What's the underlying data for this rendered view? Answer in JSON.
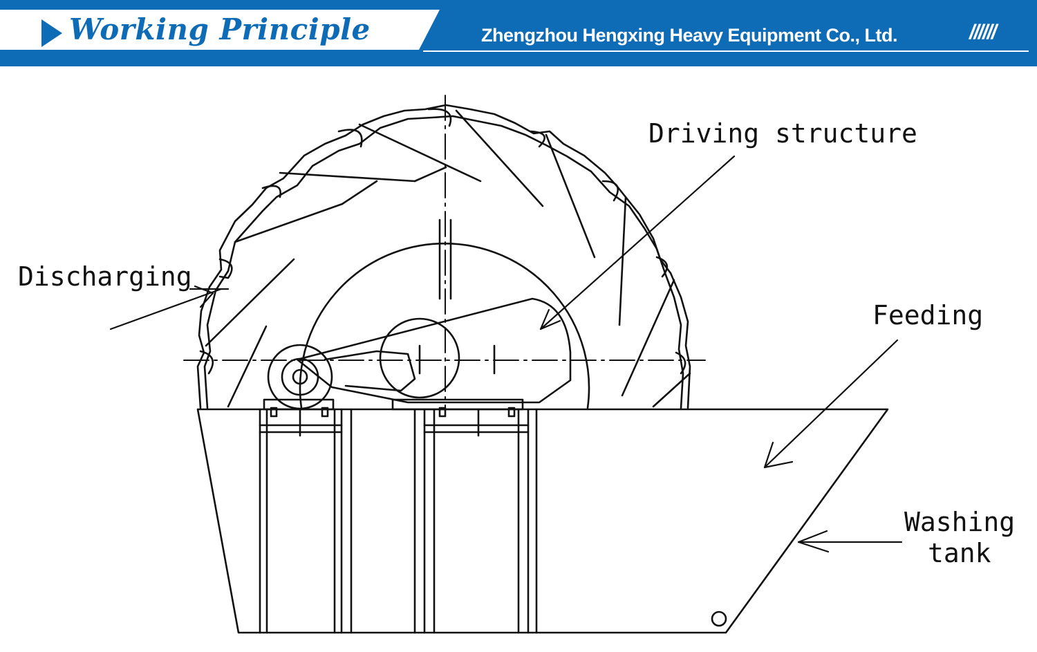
{
  "header": {
    "title": "Working Principle",
    "company": "Zhengzhou Hengxing Heavy Equipment Co., Ltd.",
    "decoration": "//////",
    "colors": {
      "banner": "#0e6bb5",
      "title_text": "#0e6bb5",
      "company_text": "#ffffff"
    }
  },
  "labels": {
    "driving": "Driving structure",
    "discharging": "Discharging",
    "feeding": "Feeding",
    "washing_line1": "Washing",
    "washing_line2": "tank"
  },
  "icons": [
    "play-triangle-icon",
    "arrow-icon"
  ]
}
